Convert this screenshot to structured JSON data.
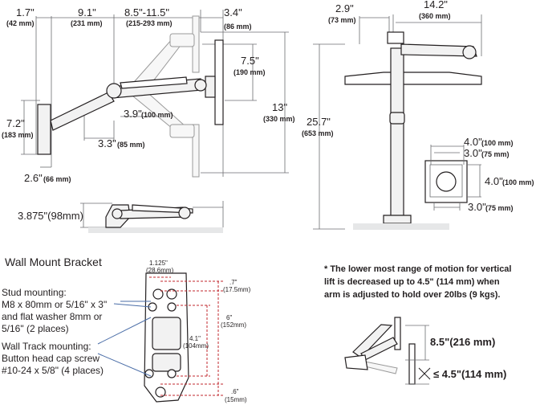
{
  "side_view": {
    "dim_1_7": "1.7\"",
    "dim_1_7_mm": "(42 mm)",
    "dim_9_1": "9.1\"",
    "dim_9_1_mm": "(231 mm)",
    "dim_8_5": "8.5\"-11.5\"",
    "dim_8_5_mm": "(215-293 mm)",
    "dim_3_4": "3.4\"",
    "dim_3_4_mm": "(86 mm)",
    "dim_7_5": "7.5\"",
    "dim_7_5_mm": "(190 mm)",
    "dim_13": "13\"",
    "dim_13_mm": "(330 mm)",
    "dim_7_2": "7.2\"",
    "dim_7_2_mm": "(183 mm)",
    "dim_3_9": "3.9\"",
    "dim_3_9_mm": "(100 mm)",
    "dim_3_3": "3.3\"",
    "dim_3_3_mm": "(85 mm)",
    "dim_2_6": "2.6\"",
    "dim_2_6_mm": "(66 mm)"
  },
  "desk_view": {
    "height_label": "3.875\"(98mm)"
  },
  "pole_view": {
    "dim_2_9": "2.9\"",
    "dim_2_9_mm": "(73 mm)",
    "dim_14_2": "14.2\"",
    "dim_14_2_mm": "(360 mm)",
    "dim_25_7": "25.7\"",
    "dim_25_7_mm": "(653 mm)"
  },
  "vesa_plate": {
    "top_4_0": "4.0\"",
    "top_4_0_mm": "(100 mm)",
    "top_3_0": "3.0\"",
    "top_3_0_mm": "(75 mm)",
    "right_4_0": "4.0\"",
    "right_4_0_mm": "(100 mm)",
    "bottom_3_0": "3.0\"",
    "bottom_3_0_mm": "(75 mm)"
  },
  "wall_bracket": {
    "title": "Wall Mount Bracket",
    "stud_lines": [
      "Stud mounting:",
      "M8 x 80mm or 5/16\" x 3\"",
      "and flat washer 8mm or",
      "5/16\" (2 places)"
    ],
    "track_lines": [
      "Wall Track mounting:",
      "Button head cap screw",
      "#10-24 x 5/8\" (4 places)"
    ],
    "dim_1_125": "1.125\"",
    "dim_1_125_mm": "(28.6mm)",
    "dim_7": ".7\"",
    "dim_7_mm": "(17.5mm)",
    "dim_6": "6\"",
    "dim_6_mm": "(152mm)",
    "dim_4_1": "4.1\"",
    "dim_4_1_mm": "(104mm)",
    "dim_6b": ".6\"",
    "dim_6b_mm": "(15mm)"
  },
  "note": {
    "lines": [
      "* The lower most range of motion for vertical",
      "lift is decreased up to 4.5\" (114 mm)  when",
      "arm is adjusted to hold over 20lbs (9 kgs)."
    ],
    "dim_8_5": "8.5\"(216 mm)",
    "dim_4_5": "≤ 4.5\"(114 mm)"
  },
  "colors": {
    "line": "#231f20",
    "dimension": "#6d6e71",
    "red_dimension": "#c1272d"
  }
}
